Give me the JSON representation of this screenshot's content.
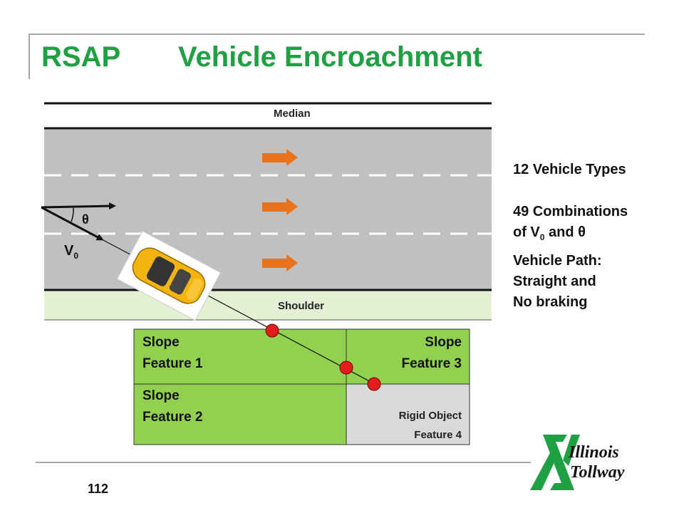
{
  "slide": {
    "title_left": "RSAP",
    "title_right": "Vehicle Encroachment",
    "page_number": "112"
  },
  "diagram": {
    "median_label": "Median",
    "shoulder_label": "Shoulder",
    "angle_label": "θ",
    "velocity_label": "V",
    "velocity_subscript": "0",
    "features": {
      "f1_line1": "Slope",
      "f1_line2": "Feature 1",
      "f2_line1": "Slope",
      "f2_line2": "Feature 2",
      "f3_line1": "Slope",
      "f3_line2": "Feature 3",
      "f4_line1": "Rigid Object",
      "f4_line2": "Feature 4"
    }
  },
  "sidebar": {
    "vehicle_types": "12 Vehicle Types",
    "combos_line1": "49 Combinations",
    "combos_line2_prefix": "of V",
    "combos_line2_sub": "0",
    "combos_line2_suffix": " and θ",
    "path_line1": "Vehicle Path:",
    "path_line2": "Straight and",
    "path_line3": "No braking"
  },
  "logo": {
    "line1": "Illinois",
    "line2": "Tollway"
  },
  "colors": {
    "title_green": "#1fa043",
    "road_gray": "#c0c0c0",
    "shoulder_green": "#e3f0d3",
    "feature_green": "#92d050",
    "rigid_gray": "#d9d9d9",
    "arrow_orange": "#e8731c",
    "marker_red": "#e31c1c"
  }
}
